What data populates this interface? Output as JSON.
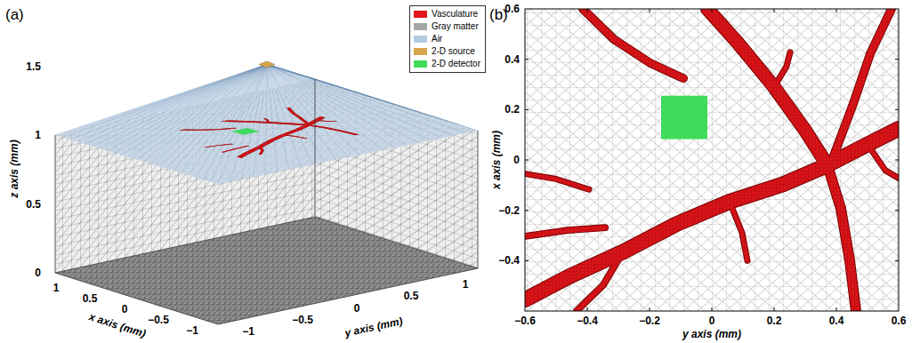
{
  "diagram": {
    "labels": [
      "(a)",
      "1.5",
      "1",
      "0.5",
      "0",
      "z axis (mm)",
      "1",
      "0.5",
      "0",
      "−0.5",
      "−1",
      "x axis (mm)",
      "−1",
      "−0.5",
      "0",
      "0.5",
      "1",
      "y axis (mm)",
      "(b)",
      "0.6",
      "0.4",
      "0.2",
      "0",
      "−0.2",
      "−0.4",
      "x axis (mm)",
      "−0.6",
      "−0.4",
      "−0.2",
      "0",
      "0.2",
      "0.4",
      "0.6",
      "y axis (mm)"
    ],
    "legend": [
      {
        "text": "Vasculature",
        "color": "#e3161b"
      },
      {
        "text": "Gray matter",
        "color": "#a6a6a6"
      },
      {
        "text": "Air",
        "color": "#b3cbe2"
      },
      {
        "text": "2-D source",
        "color": "#d6a64a"
      },
      {
        "text": "2-D detector",
        "color": "#3fdc5b"
      }
    ]
  }
}
